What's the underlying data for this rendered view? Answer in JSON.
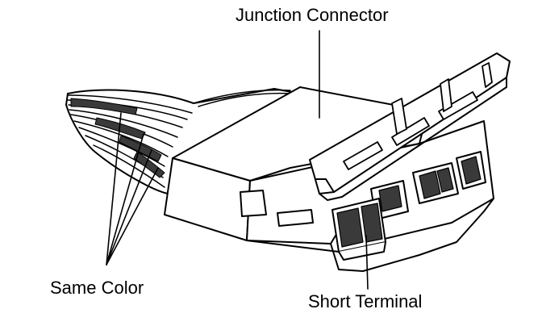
{
  "labels": {
    "junction_connector": "Junction Connector",
    "same_color": "Same Color",
    "short_terminal": "Short Terminal"
  },
  "colors": {
    "ink": "#000000",
    "paper": "#ffffff",
    "shade": "#3a3a3a"
  }
}
